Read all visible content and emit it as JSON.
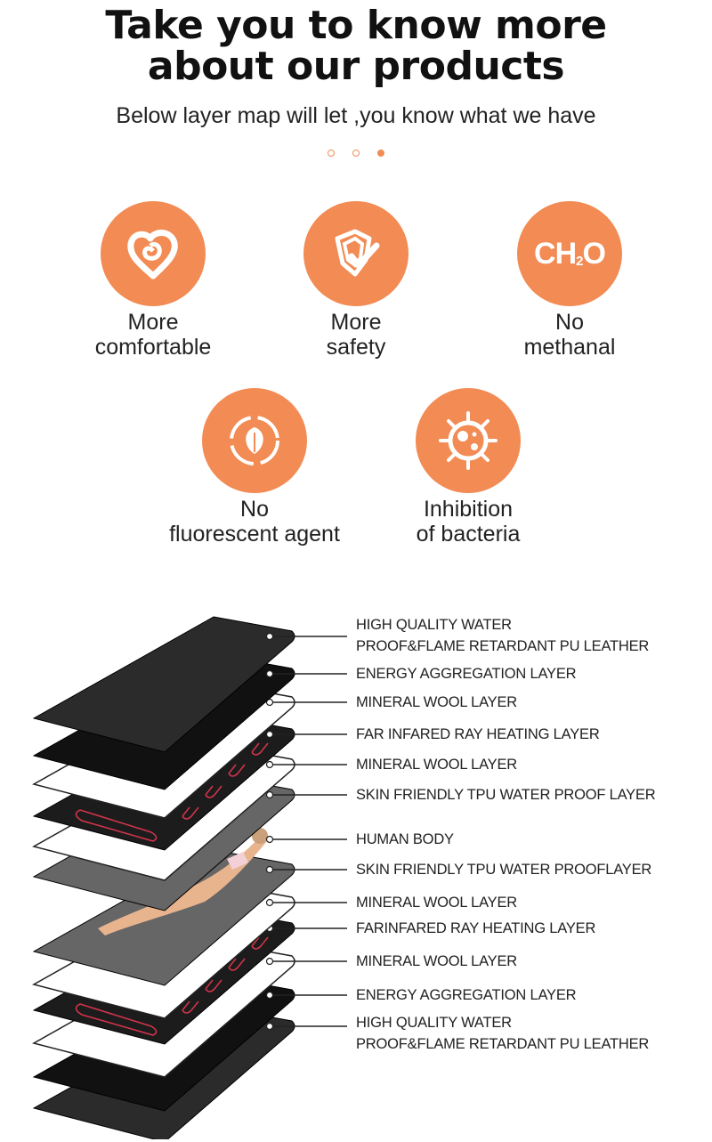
{
  "header": {
    "title_line1": "Take you to know more",
    "title_line2": "about our products",
    "subtitle": "Below layer map will let ,you know what we have"
  },
  "carousel": {
    "dots": 3,
    "active_index": 2
  },
  "accent_color": "#F28B54",
  "features": [
    {
      "icon": "heart-icon",
      "line1": "More",
      "line2": "comfortable"
    },
    {
      "icon": "shield-check-icon",
      "line1": "More",
      "line2": "safety"
    },
    {
      "icon": "ch2o-icon",
      "icon_text": "CH",
      "icon_sub": "2",
      "icon_tail": "O",
      "line1": "No",
      "line2": "methanal"
    },
    {
      "icon": "leaf-recycle-icon",
      "line1": "No",
      "line2": "fluorescent agent"
    },
    {
      "icon": "bacteria-icon",
      "line1": "Inhibition",
      "line2": "of bacteria"
    }
  ],
  "layers": [
    {
      "line1": "HIGH QUALITY WATER",
      "line2": "PROOF&FLAME RETARDANT PU LEATHER"
    },
    {
      "line1": "ENERGY AGGREGATION LAYER"
    },
    {
      "line1": "MINERAL WOOL LAYER"
    },
    {
      "line1": "FAR INFARED RAY HEATING LAYER"
    },
    {
      "line1": "MINERAL WOOL LAYER"
    },
    {
      "line1": "SKIN FRIENDLY TPU WATER PROOF LAYER"
    },
    {
      "line1": "HUMAN BODY"
    },
    {
      "line1": "SKIN FRIENDLY TPU WATER PROOFLAYER"
    },
    {
      "line1": "MINERAL WOOL LAYER"
    },
    {
      "line1": "FARINFARED RAY HEATING LAYER"
    },
    {
      "line1": "MINERAL WOOL LAYER"
    },
    {
      "line1": "ENERGY AGGREGATION LAYER"
    },
    {
      "line1": "HIGH QUALITY WATER",
      "line2": "PROOF&FLAME RETARDANT PU LEATHER"
    }
  ]
}
